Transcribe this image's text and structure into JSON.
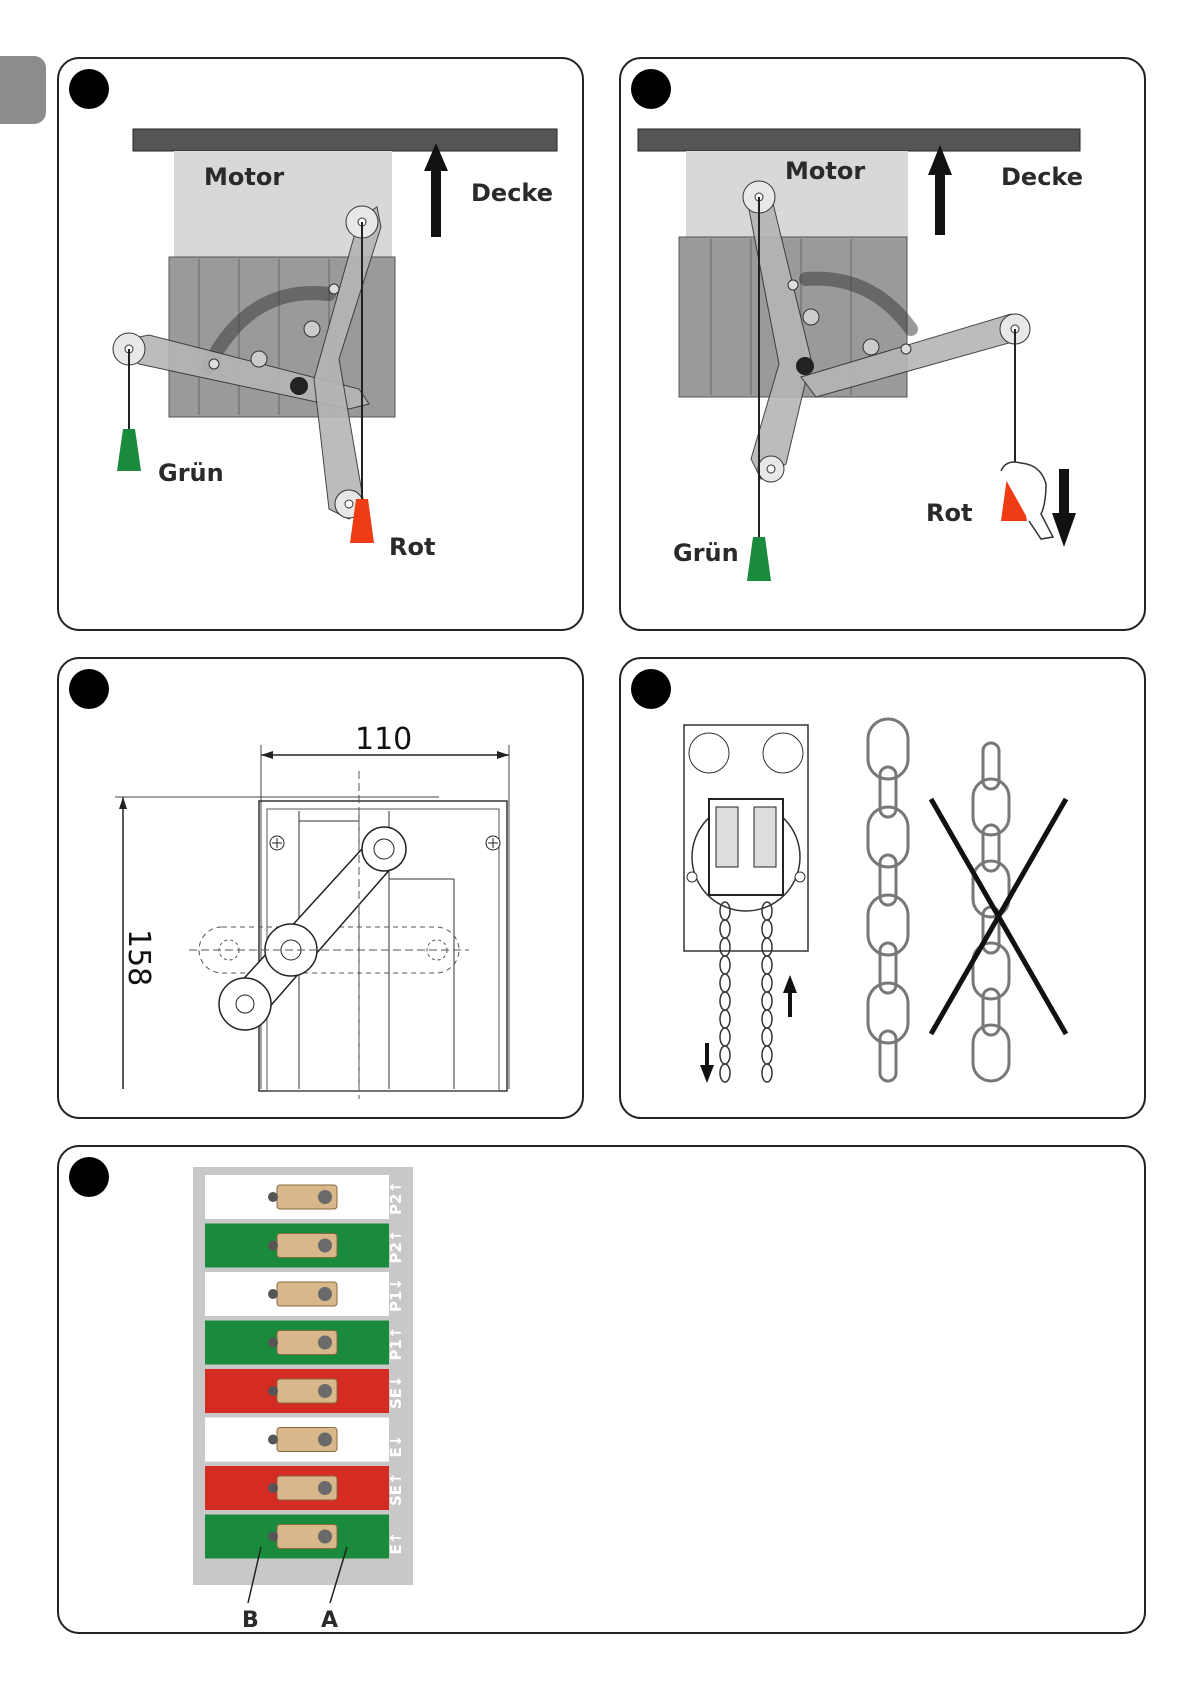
{
  "panel1": {
    "motor": "Motor",
    "ceiling": "Decke",
    "green": "Grün",
    "red": "Rot"
  },
  "panel2": {
    "motor": "Motor",
    "ceiling": "Decke",
    "green": "Grün",
    "red": "Rot"
  },
  "panel3": {
    "width_dim": "110",
    "height_dim": "158"
  },
  "panel5": {
    "terminals": [
      "P2↑",
      "P2↑",
      "P1↓",
      "P1↑",
      "SE↓",
      "E↓",
      "SE↑",
      "E↑"
    ],
    "row_colors": [
      "#ffffff",
      "#1a8a3c",
      "#ffffff",
      "#1a8a3c",
      "#d42b22",
      "#ffffff",
      "#d42b22",
      "#1a8a3c"
    ],
    "label_b": "B",
    "label_a": "A"
  },
  "colors": {
    "green_weight": "#1a8a3c",
    "red_weight": "#f03c14",
    "ceiling_bar": "#555555",
    "motor_box": "#d8d8d8",
    "motor_body": "#9a9a9a"
  }
}
